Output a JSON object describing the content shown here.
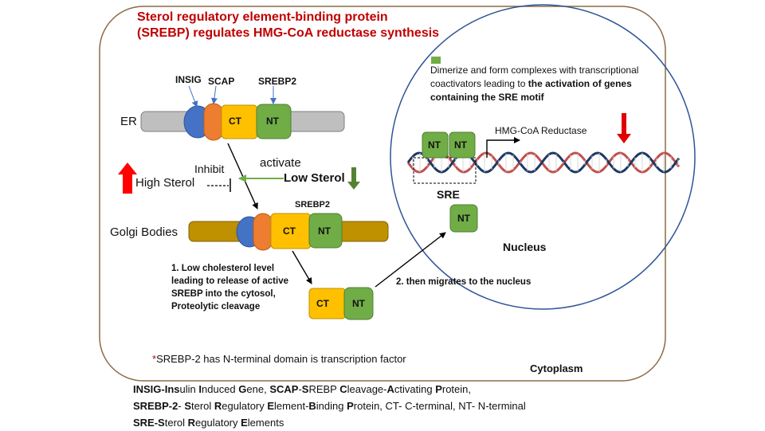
{
  "title": {
    "line1": "Sterol regulatory element-binding protein",
    "line2": "(SREBP) regulates HMG-CoA reductase synthesis"
  },
  "labels": {
    "insig": "INSIG",
    "scap": "SCAP",
    "srebp2_top": "SREBP2",
    "srebp2_golgi": "SREBP2",
    "er": "ER",
    "golgi": "Golgi Bodies",
    "ct": "CT",
    "nt": "NT",
    "activate": "activate",
    "inhibit": "Inhibit",
    "low_sterol": "Low Sterol",
    "high_sterol": "High Sterol",
    "hmg_coa": "HMG-CoA Reductase",
    "sre": "SRE",
    "nucleus": "Nucleus",
    "cytoplasm": "Cytoplasm",
    "dimerize_plain": "Dimerize and form complexes with transcriptional coactivators leading to ",
    "dimerize_bold": "the activation of genes containing the SRE motif",
    "step1": "1. Low cholesterol level leading to release of active SREBP into the cytosol, Proteolytic cleavage",
    "step2": "2. then migrates to the nucleus",
    "note_star": "*",
    "note": "SREBP-2 has N-terminal domain is transcription factor"
  },
  "legend": [
    [
      [
        "INSIG-Ins",
        true
      ],
      [
        "ulin ",
        false
      ],
      [
        "I",
        true
      ],
      [
        "nduced ",
        false
      ],
      [
        "G",
        true
      ],
      [
        "ene, ",
        false
      ],
      [
        "SCAP",
        true
      ],
      [
        "-",
        false
      ],
      [
        "S",
        true
      ],
      [
        "REBP ",
        false
      ],
      [
        "C",
        true
      ],
      [
        "leavage-",
        false
      ],
      [
        "A",
        true
      ],
      [
        "ctivating ",
        false
      ],
      [
        "P",
        true
      ],
      [
        "rotein,",
        false
      ]
    ],
    [
      [
        "SREBP-2",
        true
      ],
      [
        "- ",
        false
      ],
      [
        "S",
        true
      ],
      [
        "terol ",
        false
      ],
      [
        "R",
        true
      ],
      [
        "egulatory ",
        false
      ],
      [
        "E",
        true
      ],
      [
        "lement-",
        false
      ],
      [
        "B",
        true
      ],
      [
        "inding ",
        false
      ],
      [
        "P",
        true
      ],
      [
        "rotein, CT- C-terminal, NT- N-terminal",
        false
      ]
    ],
    [
      [
        "SRE-S",
        true
      ],
      [
        "terol ",
        false
      ],
      [
        "R",
        true
      ],
      [
        "egulatory ",
        false
      ],
      [
        "E",
        true
      ],
      [
        "lements",
        false
      ]
    ]
  ],
  "colors": {
    "frame": "#8b6a44",
    "title": "#c00000",
    "er_membrane": "#bfbfbf",
    "golgi_membrane": "#bf9000",
    "insig": "#4472c4",
    "scap": "#ed7d31",
    "ct": "#ffc000",
    "nt": "#70ad47",
    "arrow_up": "#ff0000",
    "arrow_down": "#548235",
    "dna_red": "#c0504d",
    "dna_blue": "#1f3864"
  }
}
